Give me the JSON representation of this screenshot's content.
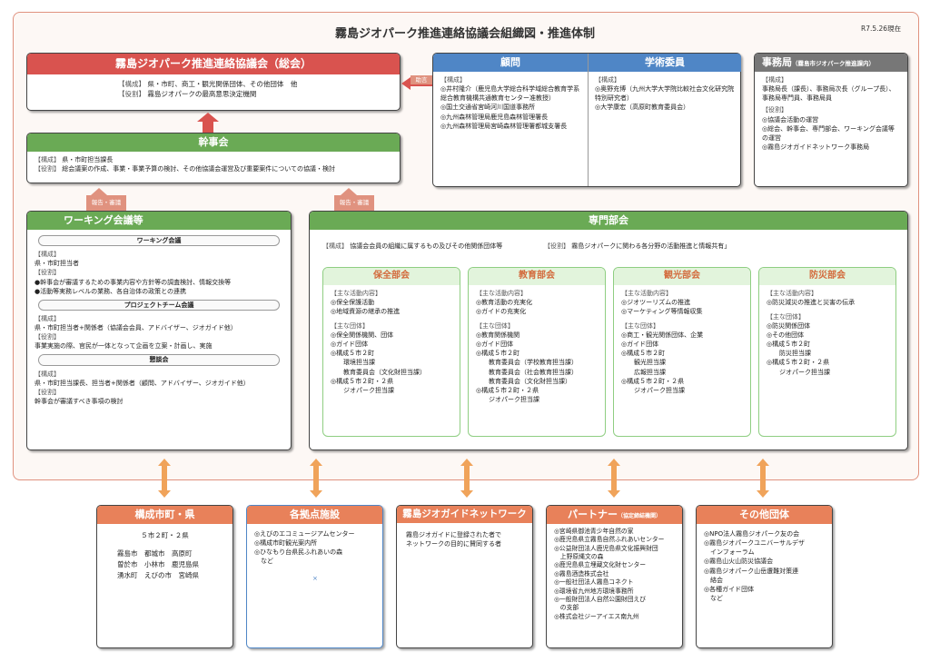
{
  "title": "霧島ジオパーク推進連絡協議会組織図・推進体制",
  "date": "R7.5.26現在",
  "council": {
    "title": "霧島ジオパーク推進連絡協議会（総会）",
    "line1_label": "【構成】",
    "line1": "県・市町、商工・観光関係団体、その他団体　他",
    "line2_label": "【役割】",
    "line2": "霧島ジオパークの最高意思決定機関"
  },
  "advice_tag": "助言",
  "advisor": {
    "title": "顧問",
    "label": "【構成】",
    "items": [
      "◎井村隆介（鹿児島大学総合科学域総合教育学系総合教育機構共通教育センター准教授）",
      "◎国土交通省宮崎河川国道事務所",
      "◎九州森林管理局鹿児島森林管理署長",
      "◎九州森林管理局宮崎森林管理署都城支署長"
    ]
  },
  "academic": {
    "title": "学術委員",
    "label": "【構成】",
    "items": [
      "◎奥野充博（九州大学大学院比較社会文化研究院 特別研究者）",
      "◎大学康宏（高原町教育委員会）"
    ]
  },
  "secretariat": {
    "title": "事務局",
    "title_sub": "（霧島市ジオパーク推進課内）",
    "label1": "【構成】",
    "text1": "事務局長（課長）、事務局次長（グループ長）、事務局専門員、事務局員",
    "label2": "【役割】",
    "items": [
      "◎協議会活動の運営",
      "◎総会、幹事会、専門部会、ワーキング会議等の運営",
      "◎霧島ジオガイドネットワーク事務局"
    ]
  },
  "kanji": {
    "title": "幹事会",
    "line1_label": "【構成】",
    "line1": "県・市町担当課長",
    "line2_label": "【役割】",
    "line2": "総会議案の作成、事業・事業予算の検討、その他協議会運営及び重要案件についての協議・検討"
  },
  "report_tag": "報告・審議",
  "working": {
    "title": "ワーキング会議等",
    "sections": [
      {
        "name": "ワーキング会議",
        "label1": "【構成】",
        "text1": "県・市町担当者",
        "label2": "【役割】",
        "text2": "●幹事会が審議するための事業内容や方針等の調査検討、情報交換等\n●活動等実務レベルの業務、各自治体の政策との連携"
      },
      {
        "name": "プロジェクトチーム会議",
        "label1": "【構成】",
        "text1": "県・市町担当者+関係者（協議会会員、アドバイザー、ジオガイド他）",
        "label2": "【役割】",
        "text2": "事業実施の際、官民が一体となって企画を立案・計画し、実施"
      },
      {
        "name": "懇談会",
        "label1": "【構成】",
        "text1": "県・市町担当課長、担当者+関係者（顧問、アドバイザー、ジオガイド他）",
        "label2": "【役割】",
        "text2": "幹事会が審議すべき事項の検討"
      }
    ]
  },
  "specialist": {
    "title": "専門部会",
    "info1_label": "【構成】",
    "info1": "協議会会員の組織に属するもの及びその他関係団体等",
    "info2_label": "【役割】",
    "info2": "霧島ジオパークに関わる各分野の活動推進と情報共有」",
    "depts": [
      {
        "name": "保全部会",
        "act_label": "【主な活動内容】",
        "acts": "◎保全保護活動\n◎地域資源の継承の推進",
        "org_label": "【主な団体】",
        "orgs": "◎保全関係機関、団体\n◎ガイド団体\n◎構成５市２町\n　　環境担当課\n　　教育委員会（文化財担当課）\n◎構成５市２町・２県\n　　ジオパーク担当課"
      },
      {
        "name": "教育部会",
        "act_label": "【主な活動内容】",
        "acts": "◎教育活動の充実化\n◎ガイドの充実化",
        "org_label": "【主な団体】",
        "orgs": "◎教育関係機関\n◎ガイド団体\n◎構成５市２町\n　　教育委員会（学校教育担当課）\n　　教育委員会（社会教育担当課）\n　　教育委員会（文化財担当課）\n◎構成５市２町・２県\n　　ジオパーク担当課"
      },
      {
        "name": "観光部会",
        "act_label": "【主な活動内容】",
        "acts": "◎ジオツーリズムの推進\n◎マーケティング等情報収集",
        "org_label": "【主な団体】",
        "orgs": "◎商工・観光関係団体、企業\n◎ガイド団体\n◎構成５市２町\n　　観光担当課\n　　広報担当課\n◎構成５市２町・２県\n　　ジオパーク担当課"
      },
      {
        "name": "防災部会",
        "act_label": "【主な活動内容】",
        "acts": "◎防災減災の推進と災害の伝承",
        "org_label": "【主な団体】",
        "orgs": "◎防災関係団体\n◎その他団体\n◎構成５市２町\n　　防災担当課\n◎構成５市２町・２県\n　　ジオパーク担当課"
      }
    ]
  },
  "bottom": {
    "municipal": {
      "title": "構成市町・県",
      "sub": "５市２町・２県",
      "cities": "霧島市　都城市　高原町\n曽於市　小林市　鹿児島県\n湧水町　えびの市　宮崎県"
    },
    "facilities": {
      "title": "各拠点施設",
      "text": "◎えびのエコミュージアムセンター\n◎構成市町観光案内所\n◎ひなもり台県民ふれあいの森\n　など",
      "mark": "×"
    },
    "guide": {
      "title": "霧島ジオガイドネットワーク",
      "text": "霧島ジオガイドに登録された者で\nネットワークの目的に賛同する者"
    },
    "partner": {
      "title": "パートナー",
      "title_sub": "（協定締結機関）",
      "text": "◎宮崎県御池青少年自然の家\n◎鹿児島県立霧島自然ふれあいセンター\n◎公益財団法人鹿児島県文化振興財団\n　上野原縄文の森\n◎鹿児島県立埋蔵文化財センター\n◎霧島酒造株式会社\n◎一般社団法人霧島コネクト\n◎環境省九州地方環境事務所\n◎一般財団法人自然公園財団えび\n　の支部\n◎株式会社ジーアイエス南九州"
    },
    "other": {
      "title": "その他団体",
      "text": "◎NPO法人霧島ジオパーク友の会\n◎霧島ジオパークユニバーサルデザ\n　インフォーラム\n◎霧島山火山防災協議会\n◎霧島ジオパーク山岳遭難対策連\n　絡会\n◎各種ガイド団体\n　など"
    }
  },
  "colors": {
    "red": "#d9534f",
    "green": "#6aaa55",
    "blue": "#4f86c6",
    "gray": "#777777",
    "orange": "#e8815a",
    "arrow": "#f0a35a"
  }
}
